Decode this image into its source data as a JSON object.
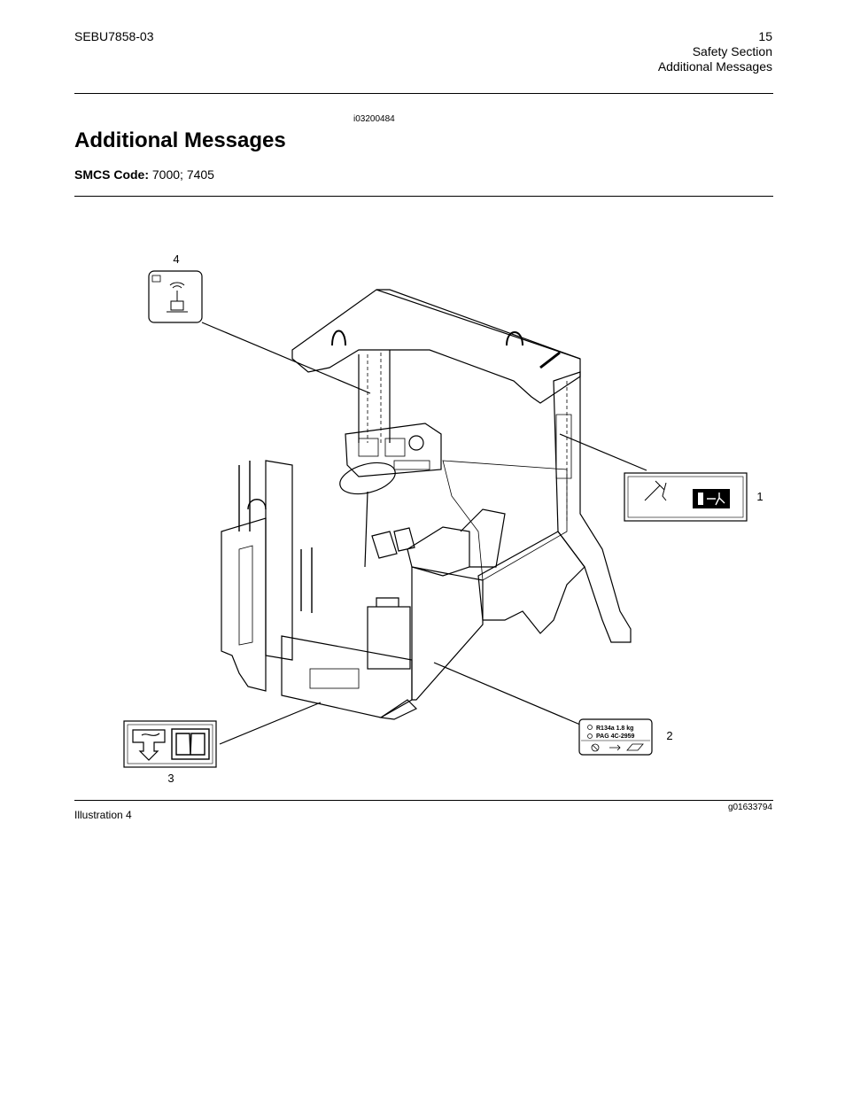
{
  "header": {
    "doc_number": "SEBU7858-03",
    "page_number": "15",
    "section": "Safety Section",
    "subsection": "Additional Messages"
  },
  "ref_id": "i03200484",
  "title": "Additional Messages",
  "smcs": {
    "label": "SMCS Code:",
    "value": "7000; 7405"
  },
  "figure": {
    "callouts": [
      "1",
      "2",
      "3",
      "4"
    ],
    "decal2": {
      "line1": "R134a  1.8 kg",
      "line2": "PAG 4C-2959"
    }
  },
  "caption": {
    "label": "Illustration 4",
    "graphic_id": "g01633794"
  }
}
